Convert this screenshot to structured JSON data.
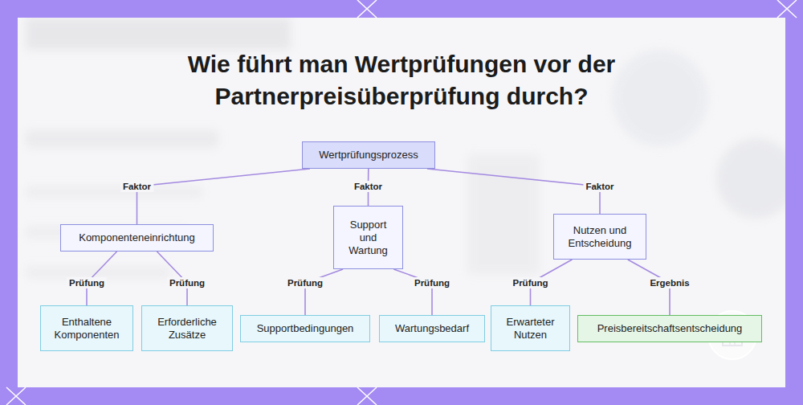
{
  "diagram": {
    "title": "Wie führt man Wertprüfungen vor der Partnerpreisüberprüfung durch?",
    "nodes": [
      {
        "text": [
          "Wertprüfungsprozess"
        ]
      },
      {
        "text": [
          "Komponenteneinrichtung"
        ]
      },
      {
        "text": [
          "Support und Wartung"
        ]
      },
      {
        "text": [
          "Nutzen und Entscheidung"
        ]
      },
      {
        "text": [
          "Enthaltene Komponenten"
        ]
      },
      {
        "text": [
          "Erforderliche Zusätze"
        ]
      },
      {
        "text": [
          "Supportbedingungen"
        ]
      },
      {
        "text": [
          "Wartungsbedarf"
        ]
      },
      {
        "text": [
          "Erwarteter Nutzen"
        ]
      },
      {
        "text": [
          "Preisbereitschaftsentscheidung"
        ]
      }
    ],
    "edges": [
      {
        "from": 0,
        "to": 1,
        "label": "Faktor",
        "arrow": "none"
      },
      {
        "from": 0,
        "to": 2,
        "label": "Faktor",
        "arrow": "none"
      },
      {
        "from": 0,
        "to": 3,
        "label": "Faktor",
        "arrow": "none"
      },
      {
        "from": 1,
        "to": 4,
        "label": "Prüfung",
        "arrow": "none"
      },
      {
        "from": 1,
        "to": 5,
        "label": "Prüfung",
        "arrow": "none"
      },
      {
        "from": 2,
        "to": 6,
        "label": "Prüfung",
        "arrow": "none"
      },
      {
        "from": 2,
        "to": 7,
        "label": "Prüfung",
        "arrow": "none"
      },
      {
        "from": 3,
        "to": 8,
        "label": "Prüfung",
        "arrow": "none"
      },
      {
        "from": 3,
        "to": 9,
        "label": "Ergebnis",
        "arrow": "none"
      }
    ]
  }
}
